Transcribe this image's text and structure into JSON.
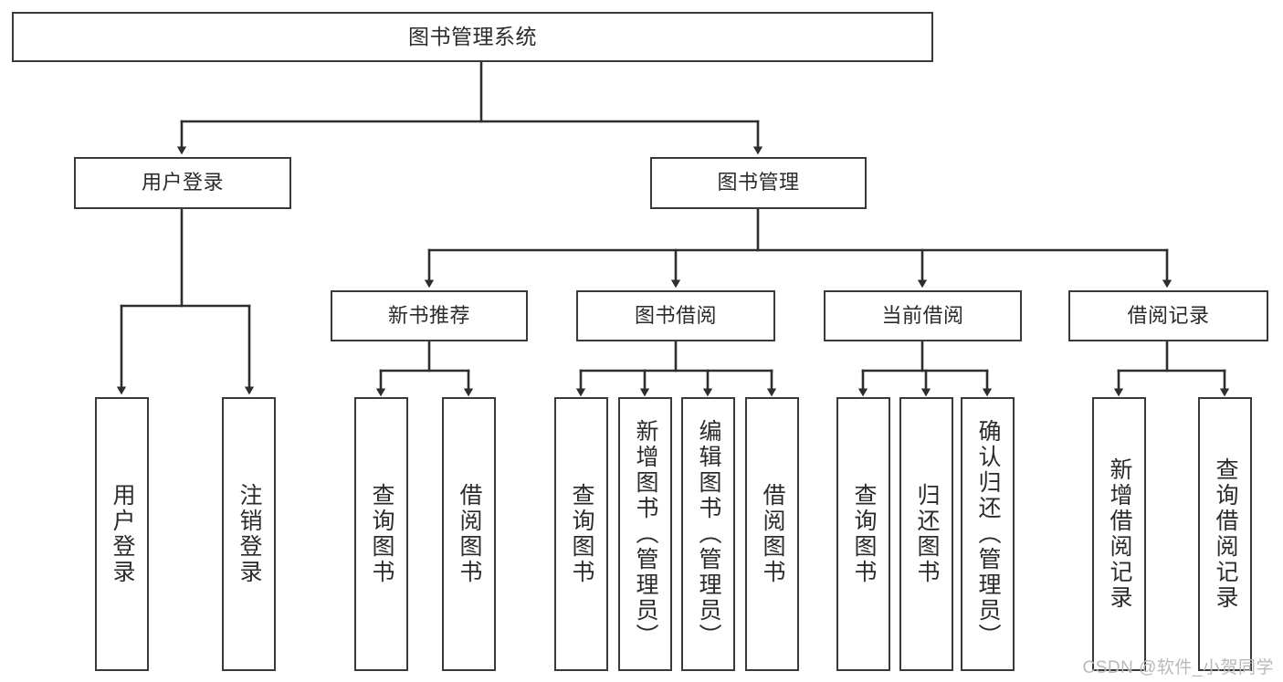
{
  "diagram": {
    "title": "图书管理系统",
    "type": "hierarchy-tree",
    "root": {
      "label": "图书管理系统"
    },
    "level1": [
      {
        "label": "用户登录"
      },
      {
        "label": "图书管理"
      }
    ],
    "level2": [
      {
        "label": "新书推荐"
      },
      {
        "label": "图书借阅"
      },
      {
        "label": "当前借阅"
      },
      {
        "label": "借阅记录"
      }
    ],
    "leaves": {
      "user_login": [
        {
          "label": "用户登录"
        },
        {
          "label": "注销登录"
        }
      ],
      "new_book_recommend": [
        {
          "label": "查询图书"
        },
        {
          "label": "借阅图书"
        }
      ],
      "book_borrow": [
        {
          "label": "查询图书"
        },
        {
          "label": "新增图书（管理员）"
        },
        {
          "label": "编辑图书（管理员）"
        },
        {
          "label": "借阅图书"
        }
      ],
      "current_borrow": [
        {
          "label": "查询图书"
        },
        {
          "label": "归还图书"
        },
        {
          "label": "确认归还（管理员）"
        }
      ],
      "borrow_record": [
        {
          "label": "新增借阅记录"
        },
        {
          "label": "查询借阅记录"
        }
      ]
    }
  },
  "watermark": {
    "text": "CSDN @软件_小贺同学"
  },
  "colors": {
    "stroke": "#3a3a3a",
    "background": "#ffffff",
    "text": "#2b2b2b",
    "watermark": "#b9b9b9"
  }
}
